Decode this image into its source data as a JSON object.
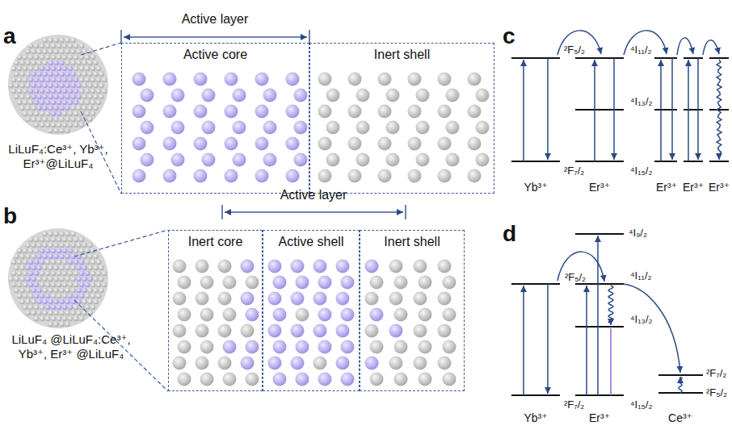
{
  "diagram": {
    "nodes": [
      {
        "text": [
          "Active core"
        ]
      },
      {
        "text": [
          "Inert shell"
        ]
      },
      {
        "text": [
          "Inert core"
        ]
      },
      {
        "text": [
          "Active shell"
        ]
      },
      {
        "text": [
          "Inert shell"
        ]
      }
    ],
    "labels": [
      "a",
      "Active layer",
      "LiLuF₄:Ce³⁺, Yb³⁺, Er³⁺@LiLuF₄",
      "b",
      "Active layer",
      "LiLuF₄ @LiLuF₄:Ce³⁺, Yb³⁺, Er³⁺ @LiLuF₄",
      "c",
      "²F₅/₂",
      "⁴I₁₁/₂",
      "⁴I₁₃/₂",
      "²F₇/₂",
      "⁴I₁₅/₂",
      "Yb³⁺",
      "Er³⁺",
      "Er³⁺",
      "Er³⁺",
      "Er³⁺",
      "d",
      "⁴I₉/₂",
      "²F₅/₂",
      "⁴I₁₁/₂",
      "⁴I₁₃/₂",
      "²F₇/₂",
      "⁴I₁₅/₂",
      "²F₇/₂",
      "²F₅/₂",
      "Yb³⁺",
      "Er³⁺",
      "Ce³⁺"
    ]
  }
}
